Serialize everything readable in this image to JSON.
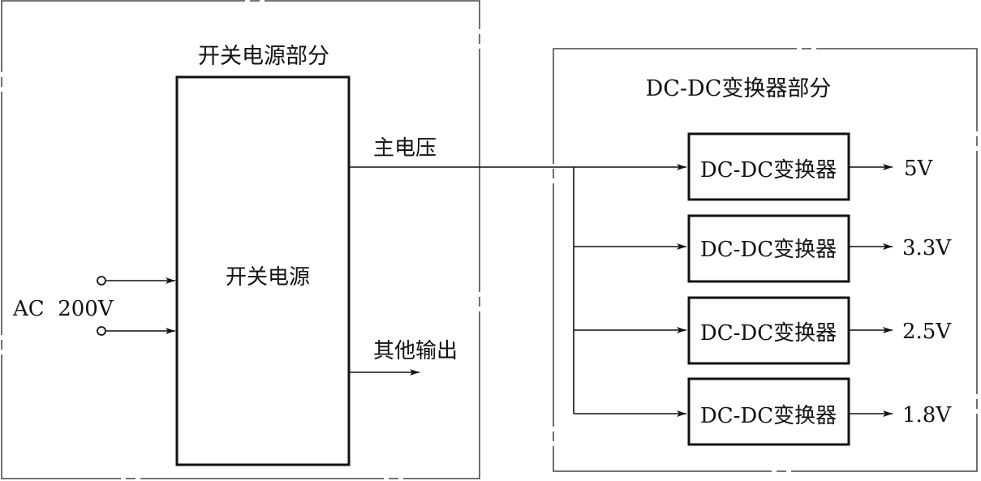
{
  "left_section": {
    "title": "开关电源部分",
    "block_label": "开关电源",
    "input_label": "AC  200V",
    "main_output_label": "主电压",
    "other_output_label": "其他输出"
  },
  "right_section": {
    "title": "DC-DC变换器部分",
    "converters": [
      {
        "label": "DC-DC变换器",
        "output": "5V"
      },
      {
        "label": "DC-DC变换器",
        "output": "3.3V"
      },
      {
        "label": "DC-DC变换器",
        "output": "2.5V"
      },
      {
        "label": "DC-DC变换器",
        "output": "1.8V"
      }
    ]
  }
}
